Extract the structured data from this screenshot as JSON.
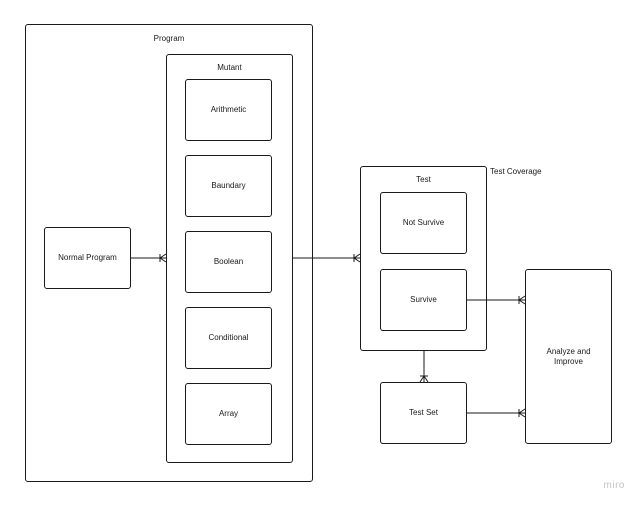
{
  "program": {
    "title": "Program"
  },
  "normal_program": {
    "label": "Normal Program"
  },
  "mutant": {
    "title": "Mutant",
    "items": [
      "Arithmetic",
      "Baundary",
      "Boolean",
      "Conditional",
      "Array"
    ]
  },
  "test_coverage": {
    "label": "Test Coverage"
  },
  "test": {
    "title": "Test",
    "not_survive": "Not Survive",
    "survive": "Survive"
  },
  "test_set": {
    "label": "Test Set"
  },
  "analyze": {
    "label": "Analyze and Improve"
  },
  "watermark": {
    "text": "miro"
  }
}
